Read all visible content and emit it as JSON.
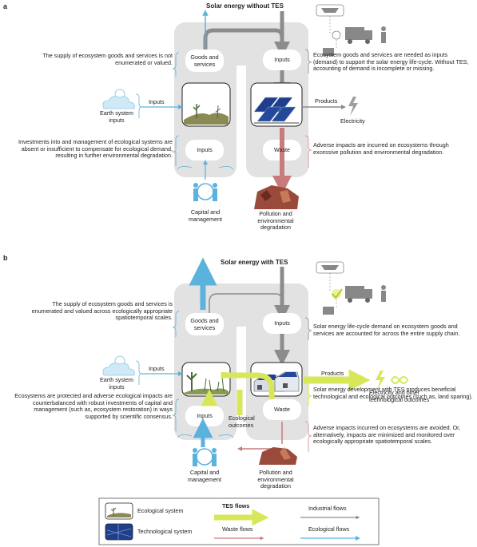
{
  "panel_a": {
    "letter": "a",
    "title": "Solar energy without TES",
    "left_top": "The supply of ecosystem goods and services is not enumerated or valued.",
    "left_bottom": "Investments into and management of ecological systems are absent or insufficient to compensate for ecological demand, resulting in further environmental degradation.",
    "right_top": "Ecosystem goods and services are needed as inputs (demand) to support the solar energy life-cycle. Without TES, accounting of demand is incomplete or missing.",
    "right_bottom": "Adverse impacts are incurred on ecosystems through excessive pollution and environmental degradation.",
    "goods": "Goods and services",
    "inputs_right": "Inputs",
    "inputs_left": "Inputs",
    "inputs_bottom": "Inputs",
    "waste": "Waste",
    "earth": "Earth system inputs",
    "capital": "Capital and management",
    "pollution": "Pollution and environmental degradation",
    "products": "Products",
    "electricity": "Electricity"
  },
  "panel_b": {
    "letter": "b",
    "title": "Solar energy with TES",
    "left_top": "The supply of ecosystem goods and services is enumerated and valued across ecologically appropriate spatiotemporal scales.",
    "left_bottom": "Ecosystems are protected and adverse ecological impacts are counterbalanced with robust investments of capital and management (such as, ecosystem restoration) in ways supported by scientific consensus.",
    "right_top": "Solar energy life-cycle demand on ecosystem goods and services are accounted for across the entire supply chain.",
    "right_mid": "Solar energy development with TES produces beneficial technological and ecological outcomes (such as, land sparing).",
    "right_bottom": "Adverse impacts incurred on ecosystems are avoided. Or, alternatively, impacts are minimized and monitored over ecologically appropriate spatiotemporal scales.",
    "goods": "Goods and services",
    "inputs_right": "Inputs",
    "inputs_left": "Inputs",
    "inputs_bottom": "Inputs",
    "waste": "Waste",
    "eco_outcomes": "Ecological outcomes",
    "earth": "Earth system inputs",
    "capital": "Capital and management",
    "pollution": "Pollution and environmental degradation",
    "products": "Products",
    "electricity": "Electricity and other technological outcomes"
  },
  "legend": {
    "eco_system": "Ecological system",
    "tech_system": "Technological system",
    "tes_flows": "TES flows",
    "industrial_flows": "Industrial flows",
    "waste_flows": "Waste flows",
    "ecological_flows": "Ecological flows"
  },
  "colors": {
    "background_panel": "#e2e2e2",
    "industrial": "#8c8c8c",
    "ecological": "#5bb2dd",
    "waste": "#c97b7b",
    "tes": "#d8e75a",
    "bracket_blue": "#5bb2dd",
    "bracket_red": "#d88a8a"
  }
}
